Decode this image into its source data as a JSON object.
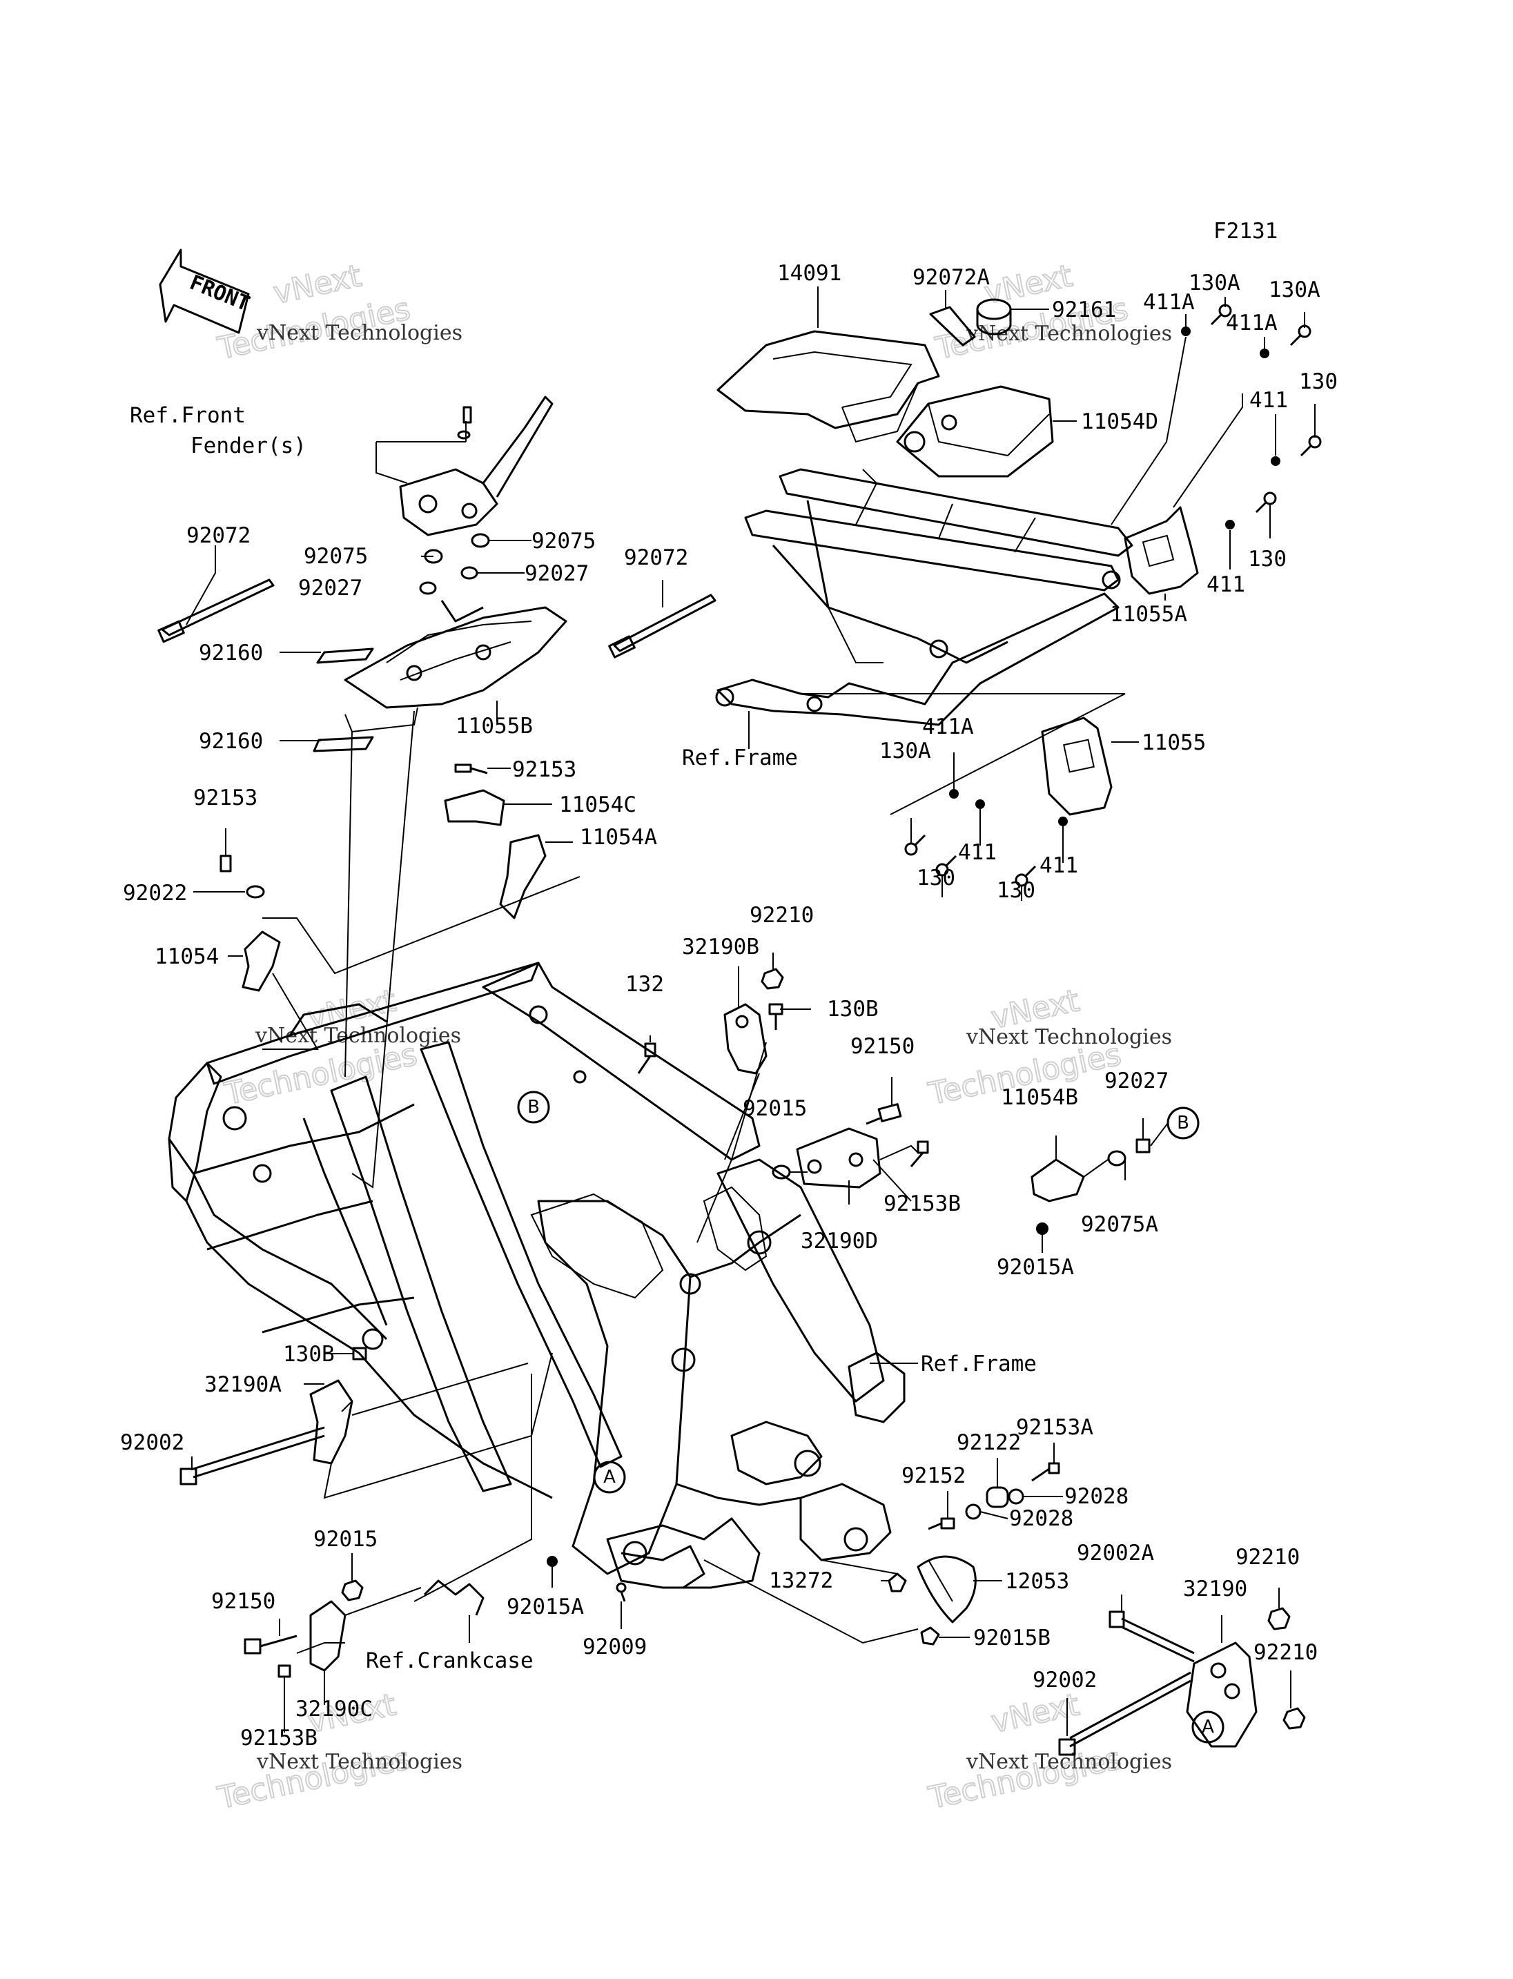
{
  "figure_id": "F2131",
  "front_label": "FRONT",
  "watermark": {
    "brand": "vNext",
    "tech": "Technologies",
    "full": "vNext Technologies"
  },
  "labels": {
    "l_14091": "14091",
    "l_92072A": "92072A",
    "l_92161": "92161",
    "l_130A_a": "130A",
    "l_130A_b": "130A",
    "l_411A_a": "411A",
    "l_411A_b": "411A",
    "l_130_a": "130",
    "l_411_a": "411",
    "l_11054D": "11054D",
    "l_130_b": "130",
    "l_411_b": "411",
    "l_11055A": "11055A",
    "l_ref_front": "Ref.Front",
    "l_fender": "Fender(s)",
    "l_92072_a": "92072",
    "l_92075_a": "92075",
    "l_92075_b": "92075",
    "l_92027_a": "92027",
    "l_92027_b": "92027",
    "l_92072_b": "92072",
    "l_92160_a": "92160",
    "l_11055B": "11055B",
    "l_92160_b": "92160",
    "l_ref_frame_top": "Ref.Frame",
    "l_411A_c": "411A",
    "l_11055": "11055",
    "l_130A_c": "130A",
    "l_130_c": "130",
    "l_411_c": "411",
    "l_130_d": "130",
    "l_411_d": "411",
    "l_92153_a": "92153",
    "l_11054C": "11054C",
    "l_92153_b": "92153",
    "l_11054A": "11054A",
    "l_92022": "92022",
    "l_11054": "11054",
    "l_92210_a": "92210",
    "l_32190B": "32190B",
    "l_132": "132",
    "l_130B_a": "130B",
    "l_92150_a": "92150",
    "l_92015_a": "92015",
    "l_92027_c": "92027",
    "l_11054B": "11054B",
    "l_92153B_a": "92153B",
    "l_32190D": "32190D",
    "l_92075A": "92075A",
    "l_92015A_a": "92015A",
    "l_ref_frame_mid": "Ref.Frame",
    "l_130B_b": "130B",
    "l_32190A": "32190A",
    "l_92002_a": "92002",
    "l_92153A": "92153A",
    "l_92122": "92122",
    "l_92152": "92152",
    "l_92028_a": "92028",
    "l_92028_b": "92028",
    "l_92015_b": "92015",
    "l_92150_b": "92150",
    "l_13272": "13272",
    "l_12053": "12053",
    "l_92002A": "92002A",
    "l_92210_b": "92210",
    "l_32190": "32190",
    "l_92015A_b": "92015A",
    "l_92009": "92009",
    "l_92015B": "92015B",
    "l_ref_crankcase": "Ref.Crankcase",
    "l_92210_c": "92210",
    "l_32190C": "32190C",
    "l_92002_b": "92002",
    "l_92153B_b": "92153B"
  },
  "callouts": {
    "a1": "A",
    "a2": "A",
    "b1": "B",
    "b2": "B"
  }
}
